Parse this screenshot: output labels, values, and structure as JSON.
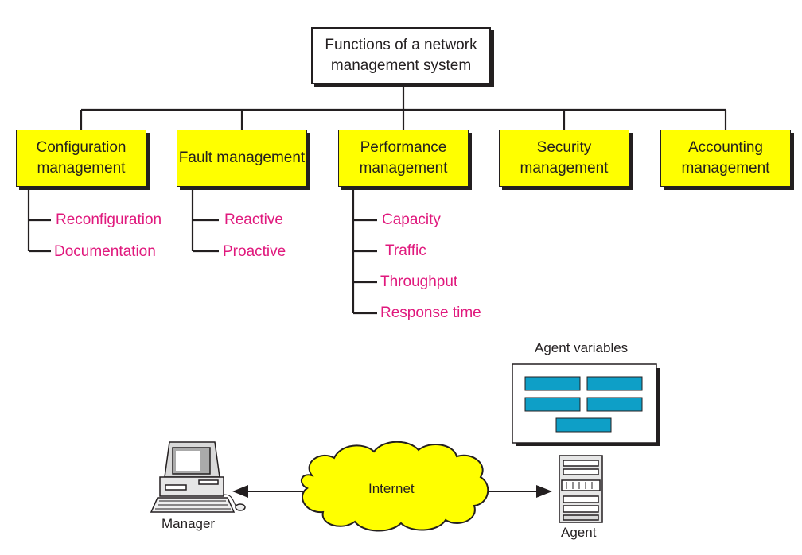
{
  "hierarchy": {
    "root": "Functions of a network management system",
    "functions": [
      {
        "title": "Configuration management",
        "subitems": [
          "Reconfiguration",
          "Documentation"
        ]
      },
      {
        "title": "Fault management",
        "subitems": [
          "Reactive",
          "Proactive"
        ]
      },
      {
        "title": "Performance management",
        "subitems": [
          "Capacity",
          "Traffic",
          "Throughput",
          "Response time"
        ]
      },
      {
        "title": "Security management",
        "subitems": []
      },
      {
        "title": "Accounting management",
        "subitems": []
      }
    ]
  },
  "network": {
    "agent_variables_label": "Agent variables",
    "cloud_label": "Internet",
    "manager_label": "Manager",
    "agent_label": "Agent"
  },
  "colors": {
    "function_box": "#ffff00",
    "subitem_text": "#e0197d",
    "cloud": "#ffff00",
    "variable_cell": "#0e9fc7"
  }
}
